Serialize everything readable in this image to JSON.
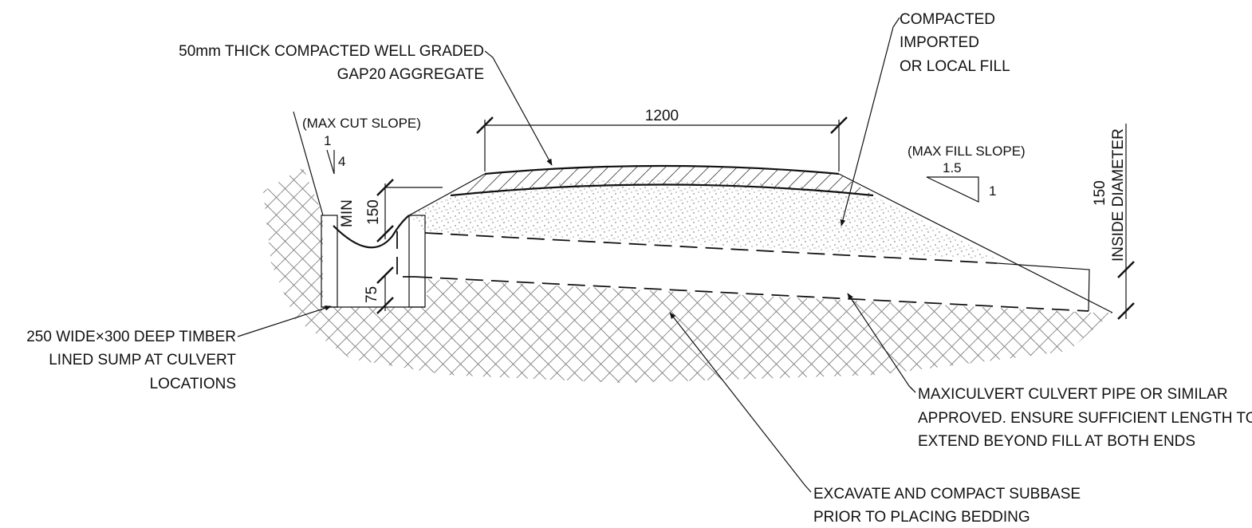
{
  "labels": {
    "aggregate_line1": "50mm THICK COMPACTED WELL GRADED",
    "aggregate_line2": "GAP20 AGGREGATE",
    "fill_line1": "COMPACTED",
    "fill_line2": "IMPORTED",
    "fill_line3": "OR LOCAL FILL",
    "max_cut_slope": "(MAX CUT SLOPE)",
    "cut_rise": "1",
    "cut_run": "4",
    "max_fill_slope": "(MAX FILL SLOPE)",
    "fill_run": "1.5",
    "fill_rise": "1",
    "dim_width": "1200",
    "dim_min_word": "MIN",
    "dim_min_value": "150",
    "dim_75": "75",
    "pipe_dia_value": "150",
    "pipe_dia_text": "INSIDE DIAMETER",
    "sump_line1": "250 WIDE×300 DEEP TIMBER",
    "sump_line2": "LINED SUMP AT CULVERT",
    "sump_line3": "LOCATIONS",
    "culvert_line1": "MAXICULVERT CULVERT PIPE OR SIMILAR",
    "culvert_line2": "APPROVED. ENSURE SUFFICIENT LENGTH TO",
    "culvert_line3": "EXTEND BEYOND FILL AT BOTH ENDS",
    "subbase_line1": "EXCAVATE AND COMPACT SUBBASE",
    "subbase_line2": "PRIOR TO PLACING BEDDING"
  }
}
